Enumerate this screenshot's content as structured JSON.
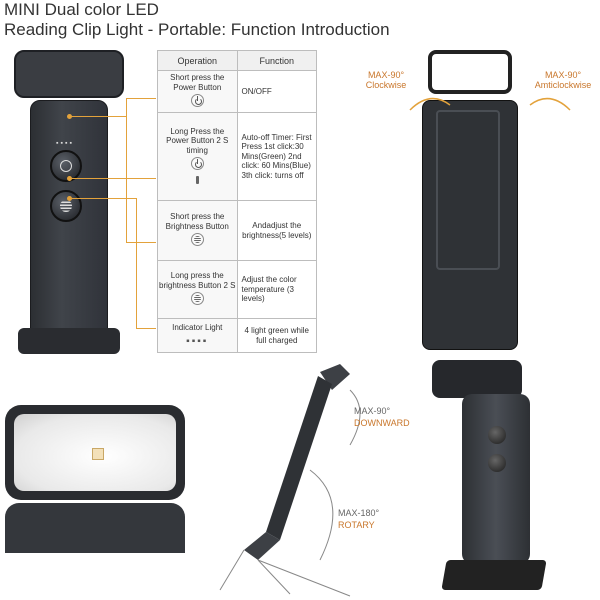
{
  "header": {
    "line1": "MINI Dual color LED",
    "line2": "Reading Clip Light - Portable: Function Introduction"
  },
  "table": {
    "col_operation": "Operation",
    "col_function": "Function",
    "rows": [
      {
        "op": "Short press the Power Button",
        "icon": "power-icon",
        "fn": "ON/OFF"
      },
      {
        "op": "Long Press the Power Button 2 S timing",
        "icon": "power-icon",
        "fn": "Auto-off Timer: First Press 1st click:30 Mins(Green) 2nd click: 60 Mins(Blue) 3th click: turns off"
      },
      {
        "op": "Short press the Brightness Button",
        "icon": "brightness-icon",
        "fn": "Andadjust the brightness(5 levels)"
      },
      {
        "op": "Long press the brightness Button 2 S",
        "icon": "brightness-icon",
        "fn": "Adjust the color temperature (3 levels)"
      },
      {
        "op": "Indicator Light",
        "icon": "indicator-dots",
        "fn": "4 light green while full charged"
      }
    ]
  },
  "annotations": {
    "clockwise": "MAX-90° Clockwise",
    "anticlockwise": "MAX-90° Amticlockwise",
    "downward_top": "MAX-90°",
    "downward_bottom": "DOWNWARD",
    "rotary_top": "MAX-180°",
    "rotary_bottom": "ROTARY"
  },
  "colors": {
    "accent": "#c9772c",
    "callout": "#e3a23b",
    "device": "#2f3236"
  }
}
